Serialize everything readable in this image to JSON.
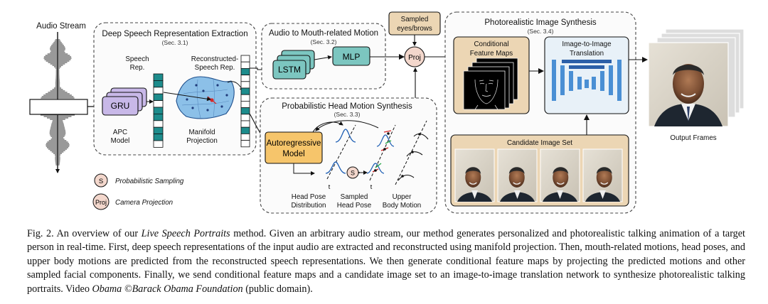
{
  "figure": {
    "audio_stream": "Audio Stream",
    "deep_speech": {
      "title": "Deep Speech Representation Extraction",
      "sec": "(Sec. 3.1)",
      "gru": "GRU",
      "apc_line1": "APC",
      "apc_line2": "Model",
      "speech_rep_line1": "Speech",
      "speech_rep_line2": "Rep.",
      "recon_line1": "Reconstructed-",
      "recon_line2": "Speech Rep.",
      "manifold_line1": "Manifold",
      "manifold_line2": "Projection"
    },
    "audio_mouth": {
      "title": "Audio to Mouth-related Motion",
      "sec": "(Sec. 3.2)",
      "lstm": "LSTM",
      "mlp": "MLP"
    },
    "head_motion": {
      "title": "Probabilistic Head Motion Synthesis",
      "sec": "(Sec. 3.3)",
      "ar_line1": "Autoregressive",
      "ar_line2": "Model",
      "t": "t",
      "s": "S",
      "dist_line1": "Head Pose",
      "dist_line2": "Distribution",
      "sampled_line1": "Sampled",
      "sampled_line2": "Head Pose",
      "upper_line1": "Upper",
      "upper_line2": "Body Motion"
    },
    "sampled_eyes_line1": "Sampled",
    "sampled_eyes_line2": "eyes/brows",
    "proj": "Proj",
    "synthesis": {
      "title": "Photorealistic Image Synthesis",
      "sec": "(Sec. 3.4)",
      "cond_line1": "Conditional",
      "cond_line2": "Feature Maps",
      "i2i_line1": "Image-to-Image",
      "i2i_line2": "Translation",
      "candidate": "Candidate Image Set"
    },
    "output_frames": "Output Frames",
    "legend": {
      "s_symbol": "S",
      "s_label": "Probabilistic Sampling",
      "proj_symbol": "Proj",
      "proj_label": "Camera Projection"
    }
  },
  "caption": {
    "fig_label": "Fig. 2.",
    "p1": " An overview of our ",
    "method_name": "Live Speech Portraits",
    "p2": " method. Given an arbitrary audio stream, our method generates personalized and photorealistic talking animation of a target person in real-time. First, deep speech representations of the input audio are extracted and reconstructed using manifold projection. Then, mouth-related motions, head poses, and upper body motions are predicted from the reconstructed speech representations. We then generate conditional feature maps by projecting the predicted motions and other sampled facial components. Finally, we send conditional feature maps and a candidate image set to an image-to-image translation network to synthesize photorealistic talking portraits. Video ",
    "video_name": "Obama",
    "p3": " ©Barack Obama Foundation",
    "p4": " (public domain)."
  },
  "colors": {
    "gru_fill": "#c8b8e8",
    "lstm_fill": "#7cc6c0",
    "orange_fill": "#f6c56b",
    "tan_fill": "#ecd6b4",
    "feature_fill": "#e8f1f8",
    "teal": "#1d8c8c",
    "pink": "#f3d7cc"
  }
}
